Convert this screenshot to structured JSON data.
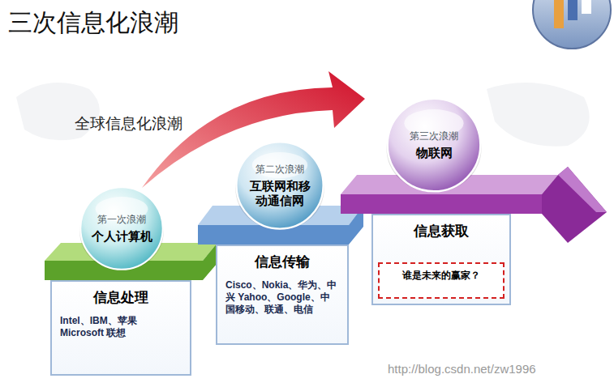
{
  "diagram": {
    "title": "三次信息化浪潮",
    "nodes": [
      {
        "text": [
          "第一次浪潮",
          "个人计算机"
        ]
      },
      {
        "text": [
          "信息处理",
          "Intel、IBM、苹果 Microsoft 联想"
        ]
      },
      {
        "text": [
          "第二次浪潮",
          "互联网和移动通信网"
        ]
      },
      {
        "text": [
          "信息传输",
          "Cisco、Nokia、华为、中兴 Yahoo、Google、中国移动、联通、电信"
        ]
      },
      {
        "text": [
          "第三次浪潮",
          "物联网"
        ]
      },
      {
        "text": [
          "信息获取"
        ]
      },
      {
        "text": [
          "谁是未来的赢家？"
        ],
        "in": 5
      }
    ],
    "edges": [],
    "labels": [
      "全球信息化浪潮",
      "http://blog.csdn.net/zw1996"
    ]
  }
}
